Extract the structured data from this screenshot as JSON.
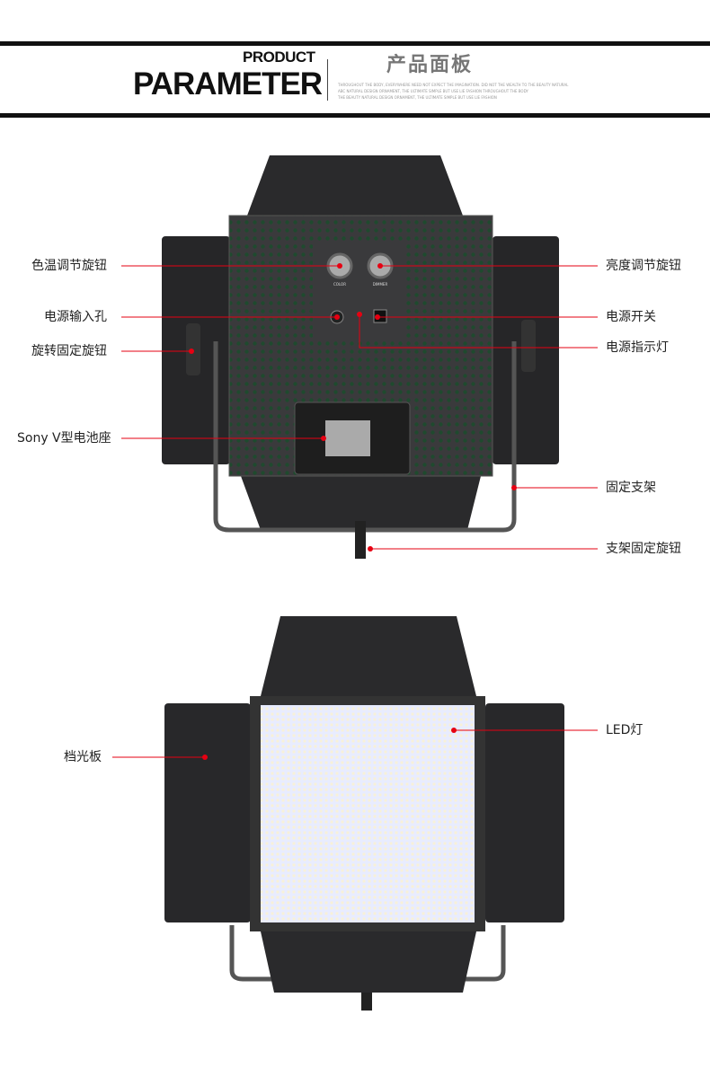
{
  "header": {
    "title_small": "PRODUCT",
    "title_large": "PARAMETER",
    "title_cn": "产品面板",
    "subtitle_lines": [
      "THROUGHOUT THE BODY, EVERYWHERE NEED NOT EXPECT THE IMAGINATION. DID NOT THE WEALTH TO THE BEAUTY NATURAL",
      "ABC NATURAL DESIGN ORNAMENT, THE ULTIMATE SIMPLE BUT USE LIE FASHION THROUGHOUT THE BODY",
      "THE BEAUTY NATURAL DESIGN ORNAMENT, THE ULTIMATE SIMPLE BUT USE LIE FASHION"
    ]
  },
  "back_panel": {
    "labels_left": [
      "色温调节旋钮",
      "电源输入孔",
      "旋转固定旋钮",
      "Sony V型电池座"
    ],
    "labels_right": [
      "亮度调节旋钮",
      "电源开关",
      "电源指示灯",
      "固定支架",
      "支架固定旋钮"
    ],
    "knob_labels": [
      "COLOR",
      "DIMMER"
    ]
  },
  "front_panel": {
    "labels_left": [
      "档光板"
    ],
    "labels_right": [
      "LED灯"
    ]
  },
  "colors": {
    "accent": "#e60012",
    "panel": "#2c2c2e",
    "led": "#f2f4ff"
  }
}
